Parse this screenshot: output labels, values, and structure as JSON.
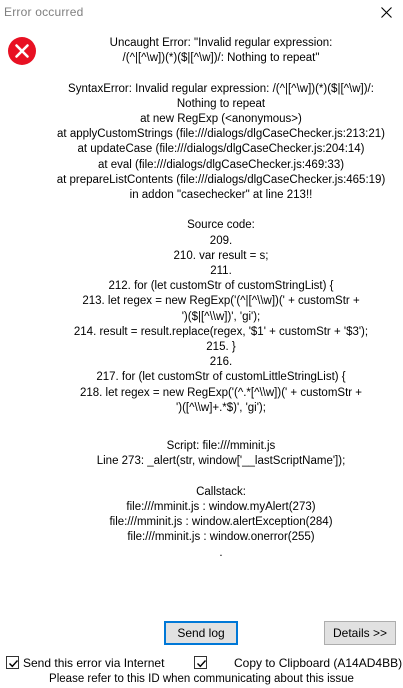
{
  "window": {
    "title": "Error occurred",
    "close_icon": "close-icon"
  },
  "icons": {
    "error_icon": "error-circle-icon",
    "error_color": "#e81123"
  },
  "message": {
    "header": [
      "Uncaught Error: \"Invalid regular expression:",
      "/(^|[^\\w])(*)($|[^\\w])/: Nothing to repeat\""
    ],
    "syntax": [
      "SyntaxError: Invalid regular expression: /(^|[^\\w])(*)($|[^\\w])/:",
      "Nothing to repeat",
      "at new RegExp (<anonymous>)",
      "at applyCustomStrings (file:///dialogs/dlgCaseChecker.js:213:21)",
      "at updateCase (file:///dialogs/dlgCaseChecker.js:204:14)",
      "at eval (file:///dialogs/dlgCaseChecker.js:469:33)",
      "at prepareListContents (file:///dialogs/dlgCaseChecker.js:465:19)",
      "in addon \"casechecker\" at line 213!!"
    ],
    "source_label": "Source code:",
    "source": [
      "209.",
      "210.     var result = s;",
      "211.",
      "212.     for (let customStr of customStringList) {",
      "213.          let regex = new RegExp('(^|[^\\\\w])(' + customStr +",
      "')($|[^\\\\w])', 'gi');",
      "214.          result = result.replace(regex, '$1' + customStr + '$3');",
      "215.     }",
      "216.",
      "217.     for (let customStr of customLittleStringList) {",
      "218.          let regex = new RegExp('(^.*[^\\\\w])(' + customStr +",
      "')([^\\\\w]+.*$)', 'gi');"
    ],
    "script_line": "Script: file:///mminit.js",
    "line_info": "Line 273:                  _alert(str, window['__lastScriptName']);",
    "callstack_label": "Callstack:",
    "callstack": [
      "file:///mminit.js : window.myAlert(273)",
      "file:///mminit.js : window.alertException(284)",
      "file:///mminit.js : window.onerror(255)",
      "."
    ]
  },
  "buttons": {
    "send_log": "Send log",
    "details": "Details >>"
  },
  "options": {
    "send_error_label": "Send this error via Internet",
    "send_error_checked": true,
    "copy_clipboard_label": "Copy to Clipboard (A14AD4BB)",
    "copy_clipboard_checked": true
  },
  "footer": {
    "note": "Please refer to this ID when communicating about this issue"
  }
}
